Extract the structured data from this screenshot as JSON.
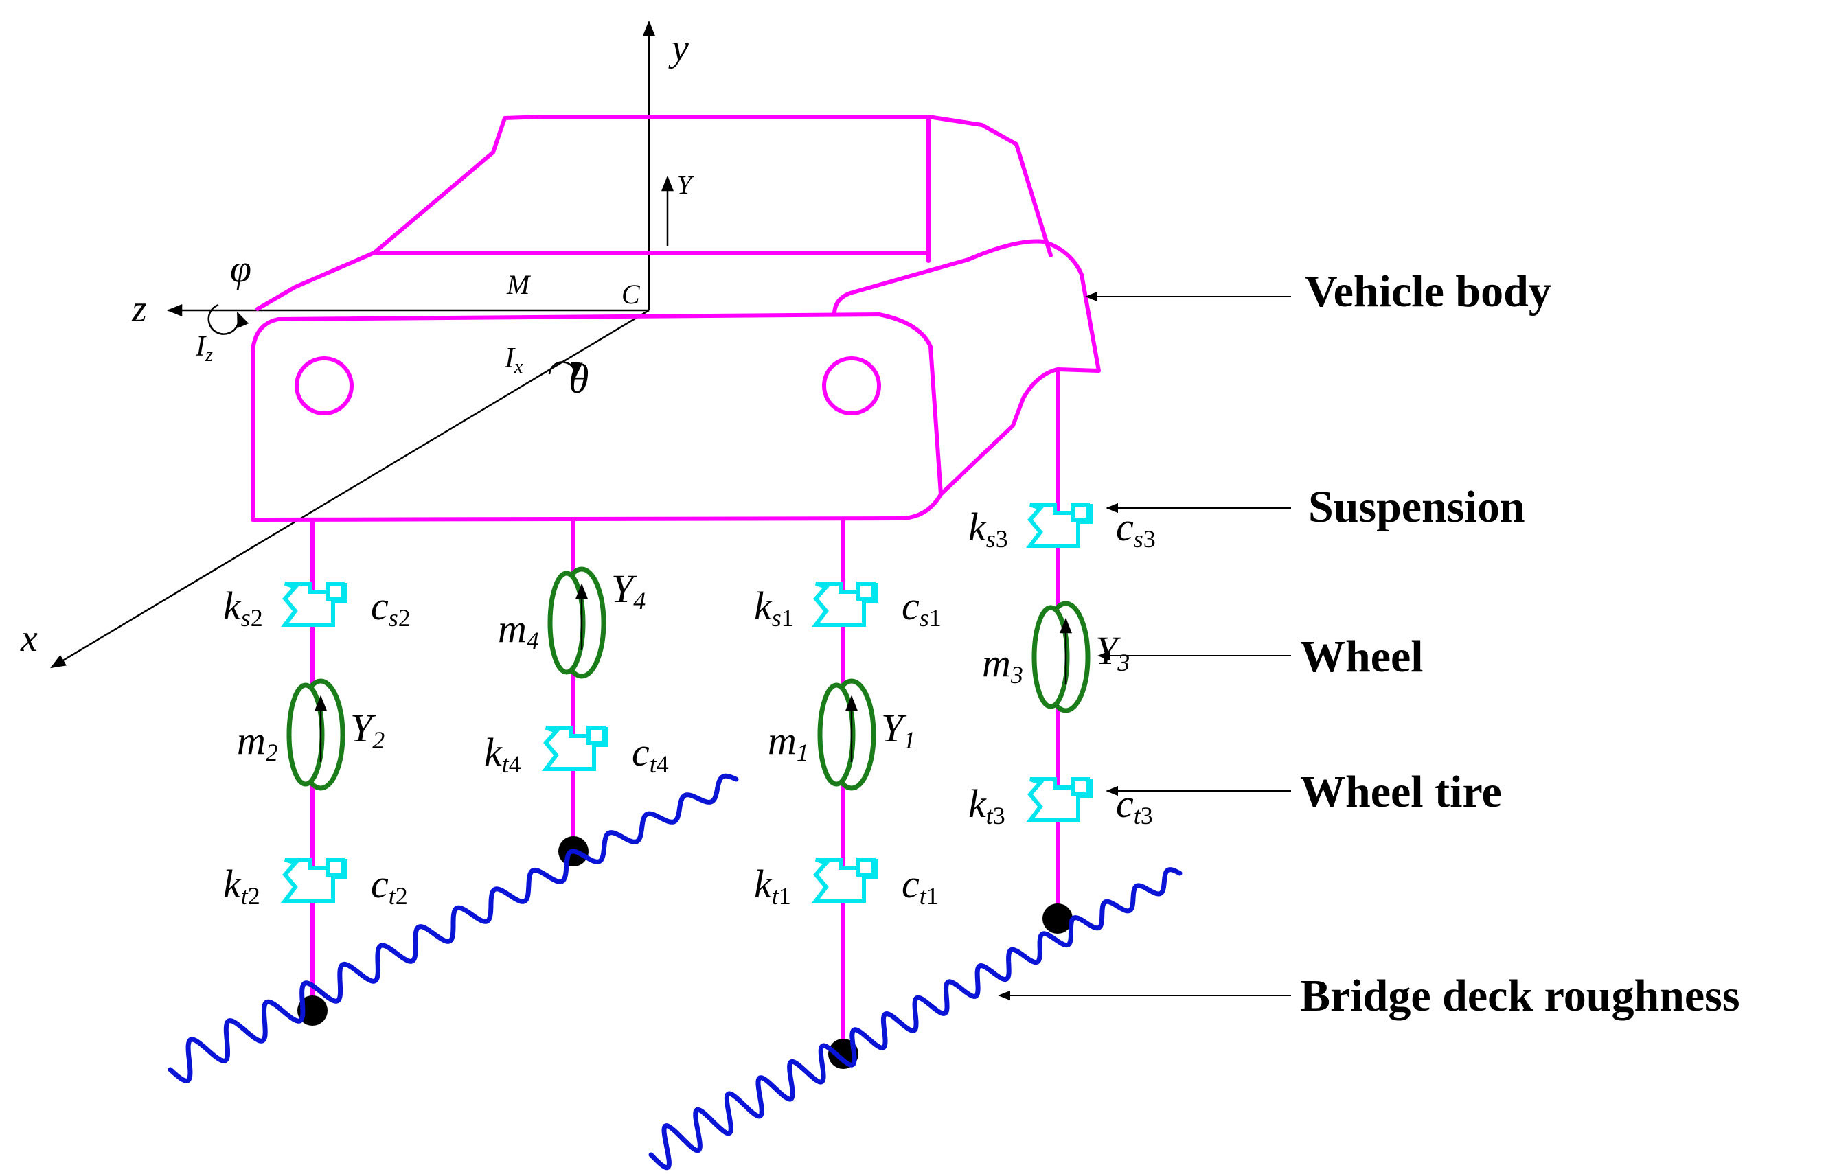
{
  "axes": {
    "y": "y",
    "z": "z",
    "x": "x",
    "Y": "Y",
    "M": "M",
    "C": "C",
    "phi": "φ",
    "theta": "θ",
    "Iz": {
      "base": "I",
      "sub": "z"
    },
    "Ix": {
      "base": "I",
      "sub": "x"
    }
  },
  "callouts": {
    "vehicle_body": "Vehicle body",
    "suspension": "Suspension",
    "wheel": "Wheel",
    "wheel_tire": "Wheel tire",
    "bridge_deck_roughness": "Bridge deck roughness"
  },
  "wheelsets": [
    {
      "id": "2",
      "ks": {
        "base": "k",
        "sub1": "s",
        "sub2": "2"
      },
      "cs": {
        "base": "c",
        "sub1": "s",
        "sub2": "2"
      },
      "m": {
        "base": "m",
        "sub": "2"
      },
      "Y": {
        "base": "Y",
        "sub": "2"
      },
      "kt": {
        "base": "k",
        "sub1": "t",
        "sub2": "2"
      },
      "ct": {
        "base": "c",
        "sub1": "t",
        "sub2": "2"
      }
    },
    {
      "id": "4",
      "m": {
        "base": "m",
        "sub": "4"
      },
      "Y": {
        "base": "Y",
        "sub": "4"
      },
      "kt": {
        "base": "k",
        "sub1": "t",
        "sub2": "4"
      },
      "ct": {
        "base": "c",
        "sub1": "t",
        "sub2": "4"
      }
    },
    {
      "id": "1",
      "ks": {
        "base": "k",
        "sub1": "s",
        "sub2": "1"
      },
      "cs": {
        "base": "c",
        "sub1": "s",
        "sub2": "1"
      },
      "m": {
        "base": "m",
        "sub": "1"
      },
      "Y": {
        "base": "Y",
        "sub": "1"
      },
      "kt": {
        "base": "k",
        "sub1": "t",
        "sub2": "1"
      },
      "ct": {
        "base": "c",
        "sub1": "t",
        "sub2": "1"
      }
    },
    {
      "id": "3",
      "ks": {
        "base": "k",
        "sub1": "s",
        "sub2": "3"
      },
      "cs": {
        "base": "c",
        "sub1": "s",
        "sub2": "3"
      },
      "m": {
        "base": "m",
        "sub": "3"
      },
      "Y": {
        "base": "Y",
        "sub": "3"
      },
      "kt": {
        "base": "k",
        "sub1": "t",
        "sub2": "3"
      },
      "ct": {
        "base": "c",
        "sub1": "t",
        "sub2": "3"
      }
    }
  ],
  "colors": {
    "vehicle_body": "#ff00ff",
    "spring_damper": "#00e5ee",
    "wheel": "#1a7d1a",
    "roughness": "#0a14d6",
    "contact_point": "#000000",
    "text": "#000000"
  },
  "icons": [
    "spring-damper-icon",
    "wheel-icon",
    "roughness-wave-icon",
    "contact-point-icon",
    "rotation-arrow-icon"
  ]
}
